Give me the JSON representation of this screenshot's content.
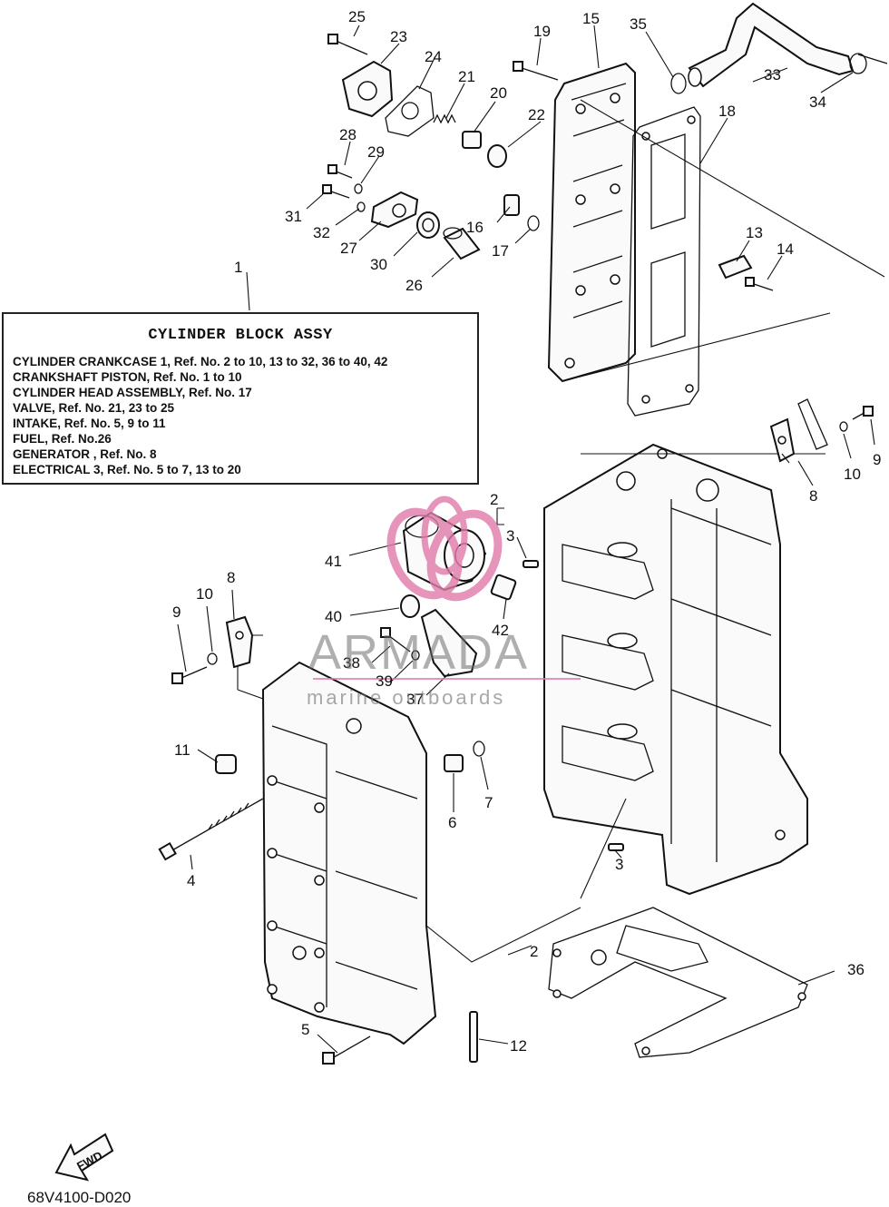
{
  "legend": {
    "title": "CYLINDER BLOCK ASSY",
    "lines": [
      "CYLINDER CRANKCASE 1,  Ref. No. 2 to 10, 13 to 32, 36 to 40, 42",
      "CRANKSHAFT PISTON,  Ref. No. 1 to 10",
      "CYLINDER HEAD ASSEMBLY,  Ref. No. 17",
      "VALVE,  Ref. No. 21, 23 to 25",
      "INTAKE, Ref. No. 5, 9 to 11",
      "FUEL,  Ref. No.26",
      "GENERATOR , Ref. No. 8",
      "ELECTRICAL 3,  Ref. No. 5 to 7, 13 to 20"
    ]
  },
  "callouts": {
    "c1": "1",
    "c2a": "2",
    "c2b": "2",
    "c3a": "3",
    "c3b": "3",
    "c4": "4",
    "c5": "5",
    "c6": "6",
    "c7": "7",
    "c8a": "8",
    "c8b": "8",
    "c9a": "9",
    "c9b": "9",
    "c10a": "10",
    "c10b": "10",
    "c11": "11",
    "c12": "12",
    "c13": "13",
    "c14": "14",
    "c15": "15",
    "c16": "16",
    "c17": "17",
    "c18": "18",
    "c19": "19",
    "c20": "20",
    "c21": "21",
    "c22": "22",
    "c23": "23",
    "c24": "24",
    "c25": "25",
    "c26": "26",
    "c27": "27",
    "c28": "28",
    "c29": "29",
    "c30": "30",
    "c31": "31",
    "c32": "32",
    "c33": "33",
    "c34": "34",
    "c35": "35",
    "c36": "36",
    "c37": "37",
    "c38": "38",
    "c39": "39",
    "c40": "40",
    "c41": "41",
    "c42": "42"
  },
  "fwd_label": "FWD",
  "diagram_code": "68V4100-D020",
  "watermark": {
    "brand": "ARMADA",
    "tagline": "marine outboards",
    "color": "#e07aaa"
  }
}
